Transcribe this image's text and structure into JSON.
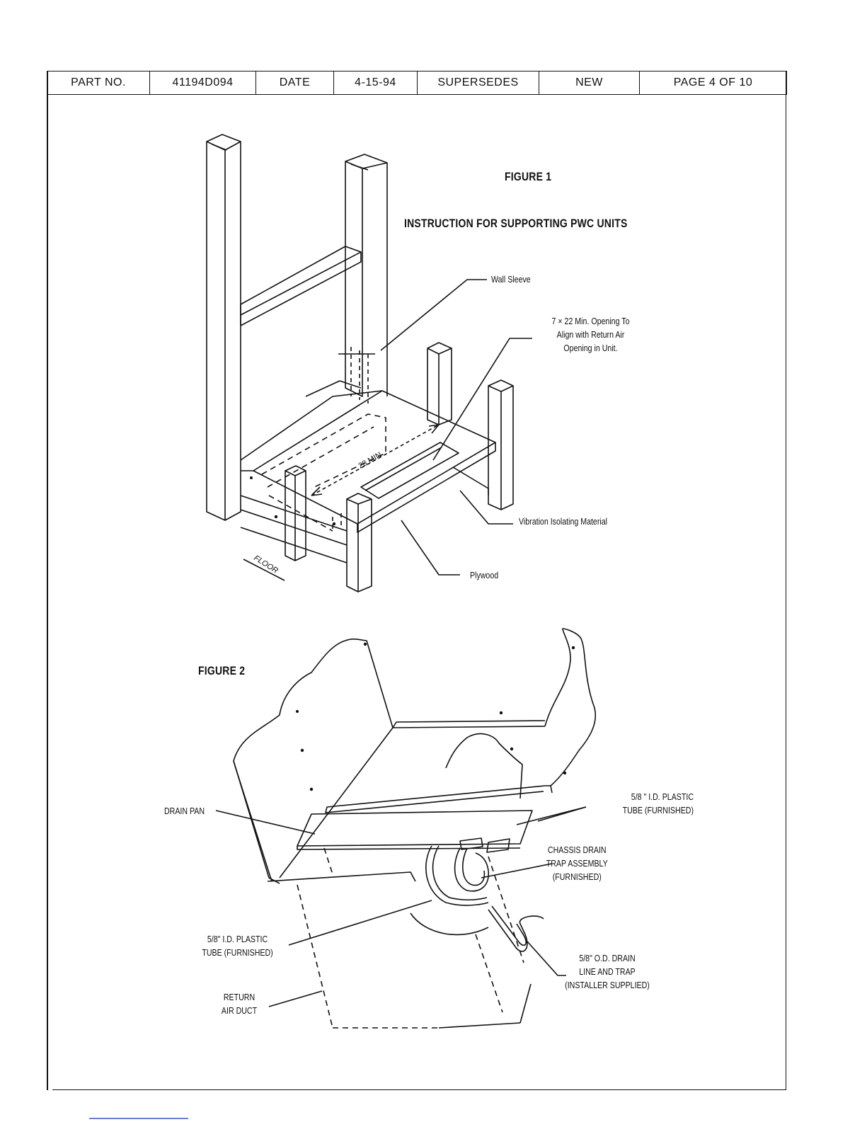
{
  "header": {
    "part_no_label": "PART NO.",
    "part_no_value": "41194D094",
    "date_label": "DATE",
    "date_value": "4-15-94",
    "supersedes_label": "SUPERSEDES",
    "supersedes_value": "NEW",
    "page_label": "PAGE 4 OF 10"
  },
  "figure1": {
    "title": "FIGURE 1",
    "subtitle": "INSTRUCTION FOR SUPPORTING PWC UNITS",
    "callouts": {
      "wall_sleeve": "Wall Sleeve",
      "opening_line1": "7 × 22 Min. Opening To",
      "opening_line2": "Align with Return Air",
      "opening_line3": "Opening in Unit.",
      "vibration": "Vibration Isolating Material",
      "plywood": "Plywood",
      "dimension": "28 MIN",
      "floor": "FLOOR"
    }
  },
  "figure2": {
    "title": "FIGURE 2",
    "callouts": {
      "drain_pan": "DRAIN PAN",
      "tube_top_line1": "5/8 \" I.D. PLASTIC",
      "tube_top_line2": "TUBE (FURNISHED)",
      "chassis_line1": "CHASSIS DRAIN",
      "chassis_line2": "TRAP ASSEMBLY",
      "chassis_line3": "(FURNISHED)",
      "tube_left_line1": "5/8\" I.D. PLASTIC",
      "tube_left_line2": "TUBE (FURNISHED)",
      "drain_line1": "5/8\" O.D. DRAIN",
      "drain_line2": "LINE AND TRAP",
      "drain_line3": "(INSTALLER SUPPLIED)",
      "return_line1": "RETURN",
      "return_line2": "AIR DUCT"
    }
  }
}
